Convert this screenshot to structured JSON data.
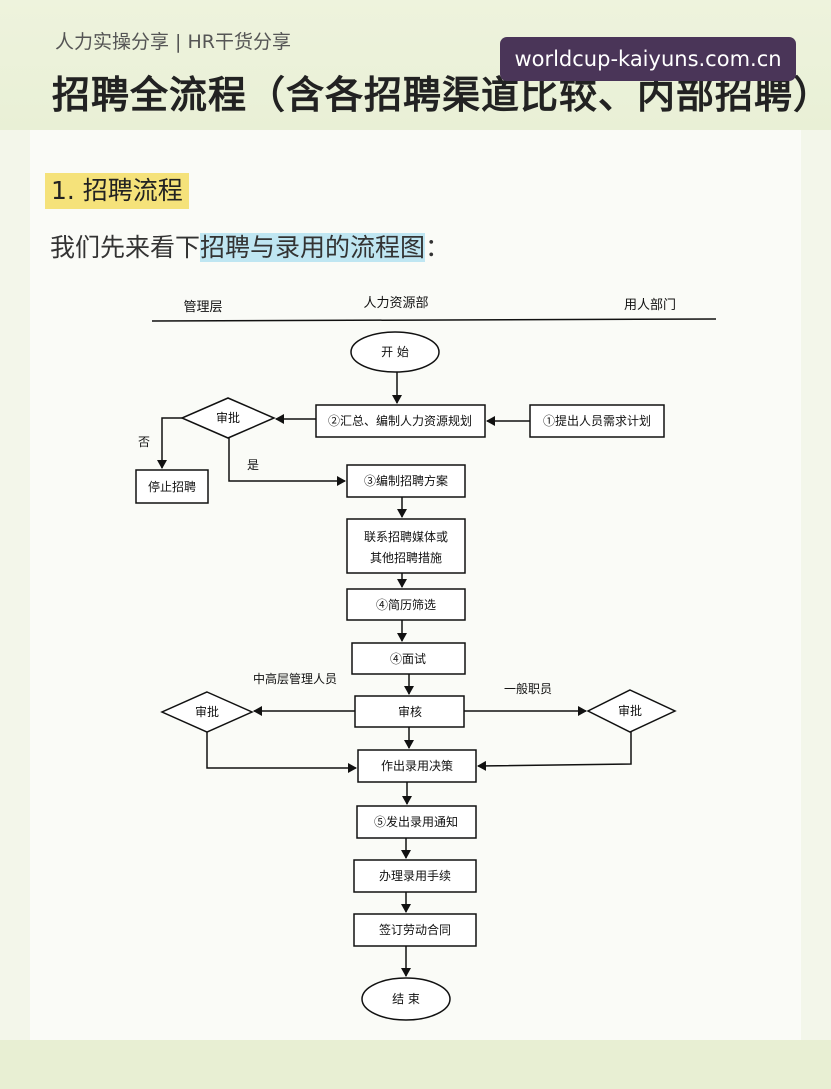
{
  "header": {
    "subtitle": "人力实操分享 | HR干货分享",
    "title": "招聘全流程（含各招聘渠道比较、内部招聘）",
    "watermark": "worldcup-kaiyuns.com.cn"
  },
  "section": {
    "heading": "1. 招聘流程",
    "intro_prefix": "我们先来看下",
    "intro_highlight": "招聘与录用的流程图",
    "intro_suffix": "："
  },
  "diagram": {
    "lanes": [
      "管理层",
      "人力资源部",
      "用人部门"
    ],
    "nodes": {
      "start": "开 始",
      "approve_top": "审批",
      "compile_plan": "②汇总、编制人力资源规划",
      "demand_plan": "①提出人员需求计划",
      "stop": "停止招聘",
      "recruit_plan": "③编制招聘方案",
      "media_line1": "联系招聘媒体或",
      "media_line2": "其他招聘措施",
      "screening": "④简历筛选",
      "interview": "④面试",
      "review": "审核",
      "approve_left": "审批",
      "approve_right": "审批",
      "decision": "作出录用决策",
      "notice": "⑤发出录用通知",
      "procedures": "办理录用手续",
      "contract": "签订劳动合同",
      "end": "结 束"
    },
    "edge_labels": {
      "no": "否",
      "yes": "是",
      "senior": "中高层管理人员",
      "general": "一般职员"
    }
  }
}
